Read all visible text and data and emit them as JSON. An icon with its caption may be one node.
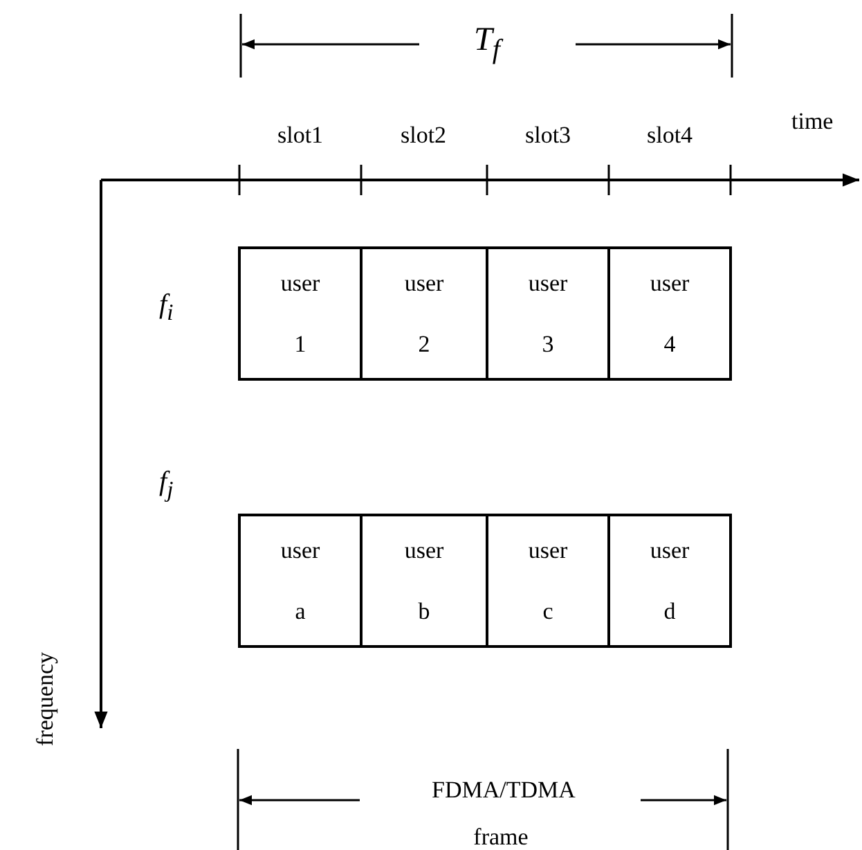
{
  "diagram": {
    "nodes": [
      {
        "text": [
          "user 1"
        ]
      },
      {
        "text": [
          "user 2"
        ]
      },
      {
        "text": [
          "user 3"
        ]
      },
      {
        "text": [
          "user 4"
        ]
      },
      {
        "text": [
          "user a"
        ]
      },
      {
        "text": [
          "user b"
        ]
      },
      {
        "text": [
          "user c"
        ]
      },
      {
        "text": [
          "user d"
        ]
      }
    ],
    "edges": [],
    "labels": [
      "T$_{f}$",
      "slot1",
      "slot2",
      "slot3",
      "slot4",
      "time",
      "f$_{i}$",
      "f$_{j}$",
      "frequency",
      "FDMA/TDMA frame"
    ]
  }
}
